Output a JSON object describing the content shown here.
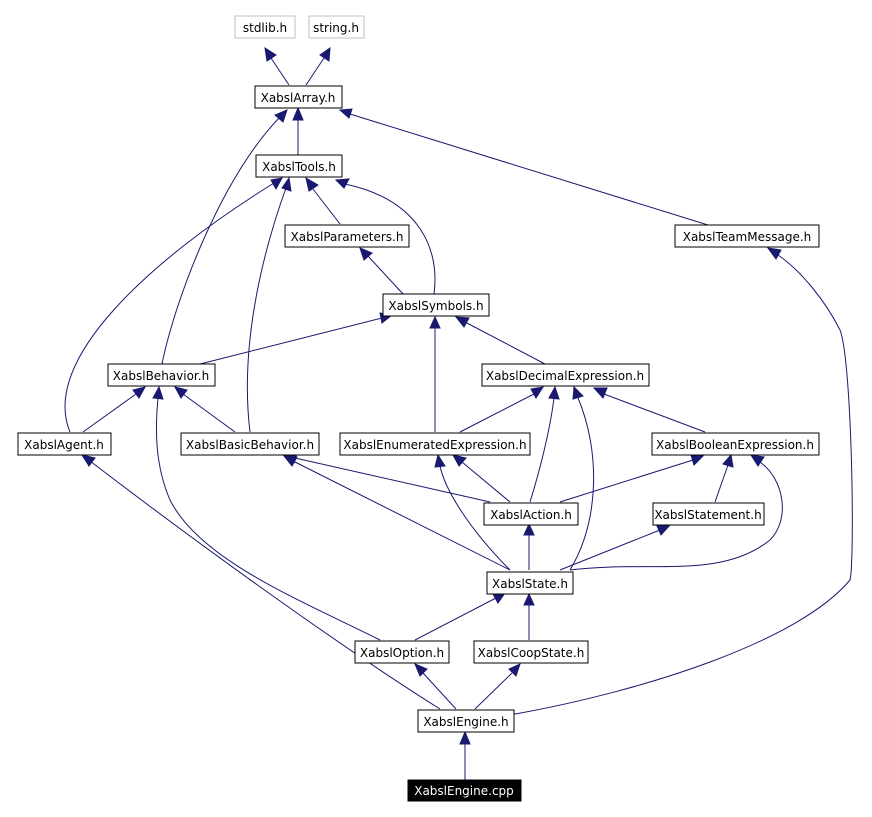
{
  "colors": {
    "edge": "#191970",
    "node_border": "#000000",
    "external_border": "#bfbfbf",
    "root_fill": "#000000",
    "root_text": "#ffffff"
  },
  "nodes": {
    "stdlib": "stdlib.h",
    "string": "string.h",
    "array": "XabslArray.h",
    "tools": "XabslTools.h",
    "parameters": "XabslParameters.h",
    "team_message": "XabslTeamMessage.h",
    "symbols": "XabslSymbols.h",
    "behavior": "XabslBehavior.h",
    "decimal_expression": "XabslDecimalExpression.h",
    "agent": "XabslAgent.h",
    "basic_behavior": "XabslBasicBehavior.h",
    "enumerated_expression": "XabslEnumeratedExpression.h",
    "boolean_expression": "XabslBooleanExpression.h",
    "action": "XabslAction.h",
    "statement": "XabslStatement.h",
    "state": "XabslState.h",
    "option": "XabslOption.h",
    "coop_state": "XabslCoopState.h",
    "engine": "XabslEngine.h",
    "engine_cpp": "XabslEngine.cpp"
  }
}
